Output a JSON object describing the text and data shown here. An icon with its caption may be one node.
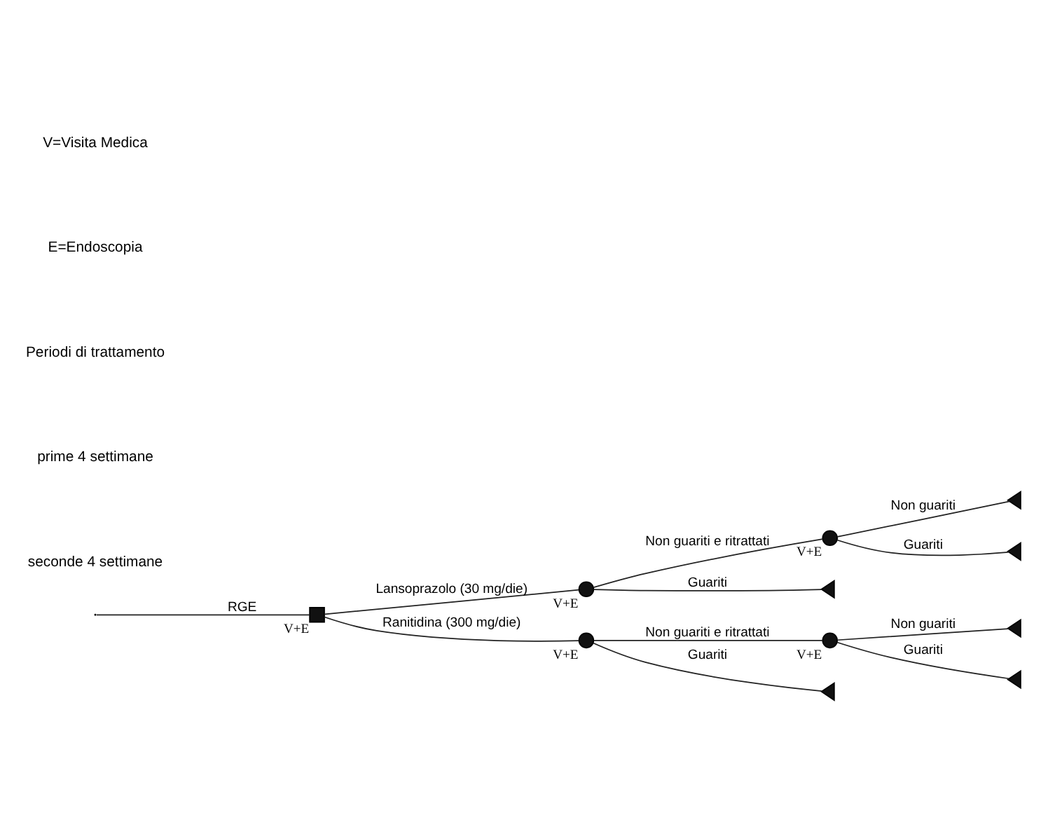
{
  "diagram": {
    "nodes": [
      {
        "text": [],
        "shape": "box",
        "beside": [
          "V+E"
        ]
      },
      {
        "text": [],
        "shape": "circle",
        "beside": [
          "V+E"
        ]
      },
      {
        "text": [],
        "shape": "circle",
        "beside": [
          "V+E"
        ]
      },
      {
        "text": [],
        "shape": "circle",
        "beside": [
          "V+E"
        ]
      },
      {
        "text": [],
        "shape": "triangle"
      },
      {
        "text": [],
        "shape": "circle",
        "beside": [
          "V+E"
        ]
      },
      {
        "text": [],
        "shape": "triangle"
      },
      {
        "text": [],
        "shape": "triangle"
      },
      {
        "text": [],
        "shape": "triangle"
      },
      {
        "text": [],
        "shape": "triangle"
      },
      {
        "text": [],
        "shape": "triangle"
      }
    ],
    "edges": [
      {
        "from": null,
        "to": 0,
        "arrow": "none",
        "label": "RGE"
      },
      {
        "from": 0,
        "to": 1,
        "arrow": "none",
        "label": "Lansoprazolo (30 mg/die)"
      },
      {
        "from": 0,
        "to": 2,
        "arrow": "none",
        "label": "Ranitidina (300 mg/die)"
      },
      {
        "from": 1,
        "to": 3,
        "arrow": "none",
        "label": "Non guariti e ritrattati"
      },
      {
        "from": 1,
        "to": 4,
        "arrow": "none",
        "label": "Guariti"
      },
      {
        "from": 2,
        "to": 5,
        "arrow": "none",
        "label": "Non guariti e ritrattati"
      },
      {
        "from": 2,
        "to": 6,
        "arrow": "none",
        "label": "Guariti"
      },
      {
        "from": 3,
        "to": 7,
        "arrow": "none",
        "label": "Non guariti"
      },
      {
        "from": 3,
        "to": 8,
        "arrow": "none",
        "label": "Guariti"
      },
      {
        "from": 5,
        "to": 9,
        "arrow": "none",
        "label": "Non guariti"
      },
      {
        "from": 5,
        "to": 10,
        "arrow": "none",
        "label": "Guariti"
      }
    ],
    "labels": [
      "V=Visita Medica",
      "E=Endoscopia",
      "Periodi di trattamento",
      "prime 4 settimane",
      "seconde 4 settimane"
    ]
  }
}
